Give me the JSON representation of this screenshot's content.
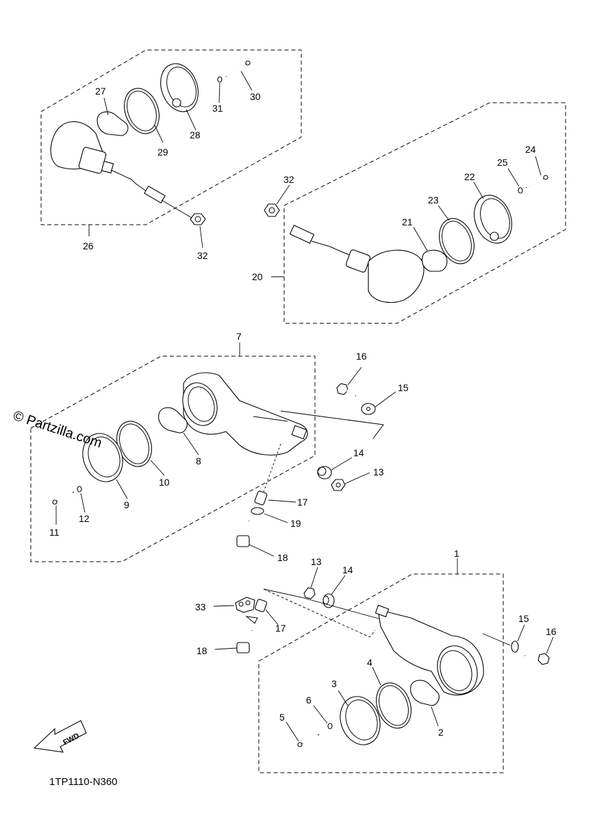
{
  "diagram": {
    "drawing_code": "1TP1110-N360",
    "watermark": "© Partzilla.com",
    "fwd_label": "FWD",
    "callouts": [
      {
        "id": "c26",
        "text": "26"
      },
      {
        "id": "c27",
        "text": "27"
      },
      {
        "id": "c28",
        "text": "28"
      },
      {
        "id": "c29",
        "text": "29"
      },
      {
        "id": "c30",
        "text": "30"
      },
      {
        "id": "c31",
        "text": "31"
      },
      {
        "id": "c32a",
        "text": "32"
      },
      {
        "id": "c32b",
        "text": "32"
      },
      {
        "id": "c20",
        "text": "20"
      },
      {
        "id": "c21",
        "text": "21"
      },
      {
        "id": "c22",
        "text": "22"
      },
      {
        "id": "c23",
        "text": "23"
      },
      {
        "id": "c24",
        "text": "24"
      },
      {
        "id": "c25",
        "text": "25"
      },
      {
        "id": "c7",
        "text": "7"
      },
      {
        "id": "c8",
        "text": "8"
      },
      {
        "id": "c9",
        "text": "9"
      },
      {
        "id": "c10",
        "text": "10"
      },
      {
        "id": "c11",
        "text": "11"
      },
      {
        "id": "c12",
        "text": "12"
      },
      {
        "id": "c13a",
        "text": "13"
      },
      {
        "id": "c14a",
        "text": "14"
      },
      {
        "id": "c15a",
        "text": "15"
      },
      {
        "id": "c16a",
        "text": "16"
      },
      {
        "id": "c17a",
        "text": "17"
      },
      {
        "id": "c18a",
        "text": "18"
      },
      {
        "id": "c19",
        "text": "19"
      },
      {
        "id": "c1",
        "text": "1"
      },
      {
        "id": "c2",
        "text": "2"
      },
      {
        "id": "c3",
        "text": "3"
      },
      {
        "id": "c4",
        "text": "4"
      },
      {
        "id": "c5",
        "text": "5"
      },
      {
        "id": "c6",
        "text": "6"
      },
      {
        "id": "c13b",
        "text": "13"
      },
      {
        "id": "c14b",
        "text": "14"
      },
      {
        "id": "c15b",
        "text": "15"
      },
      {
        "id": "c16b",
        "text": "16"
      },
      {
        "id": "c17b",
        "text": "17"
      },
      {
        "id": "c18b",
        "text": "18"
      },
      {
        "id": "c33",
        "text": "33"
      }
    ]
  }
}
